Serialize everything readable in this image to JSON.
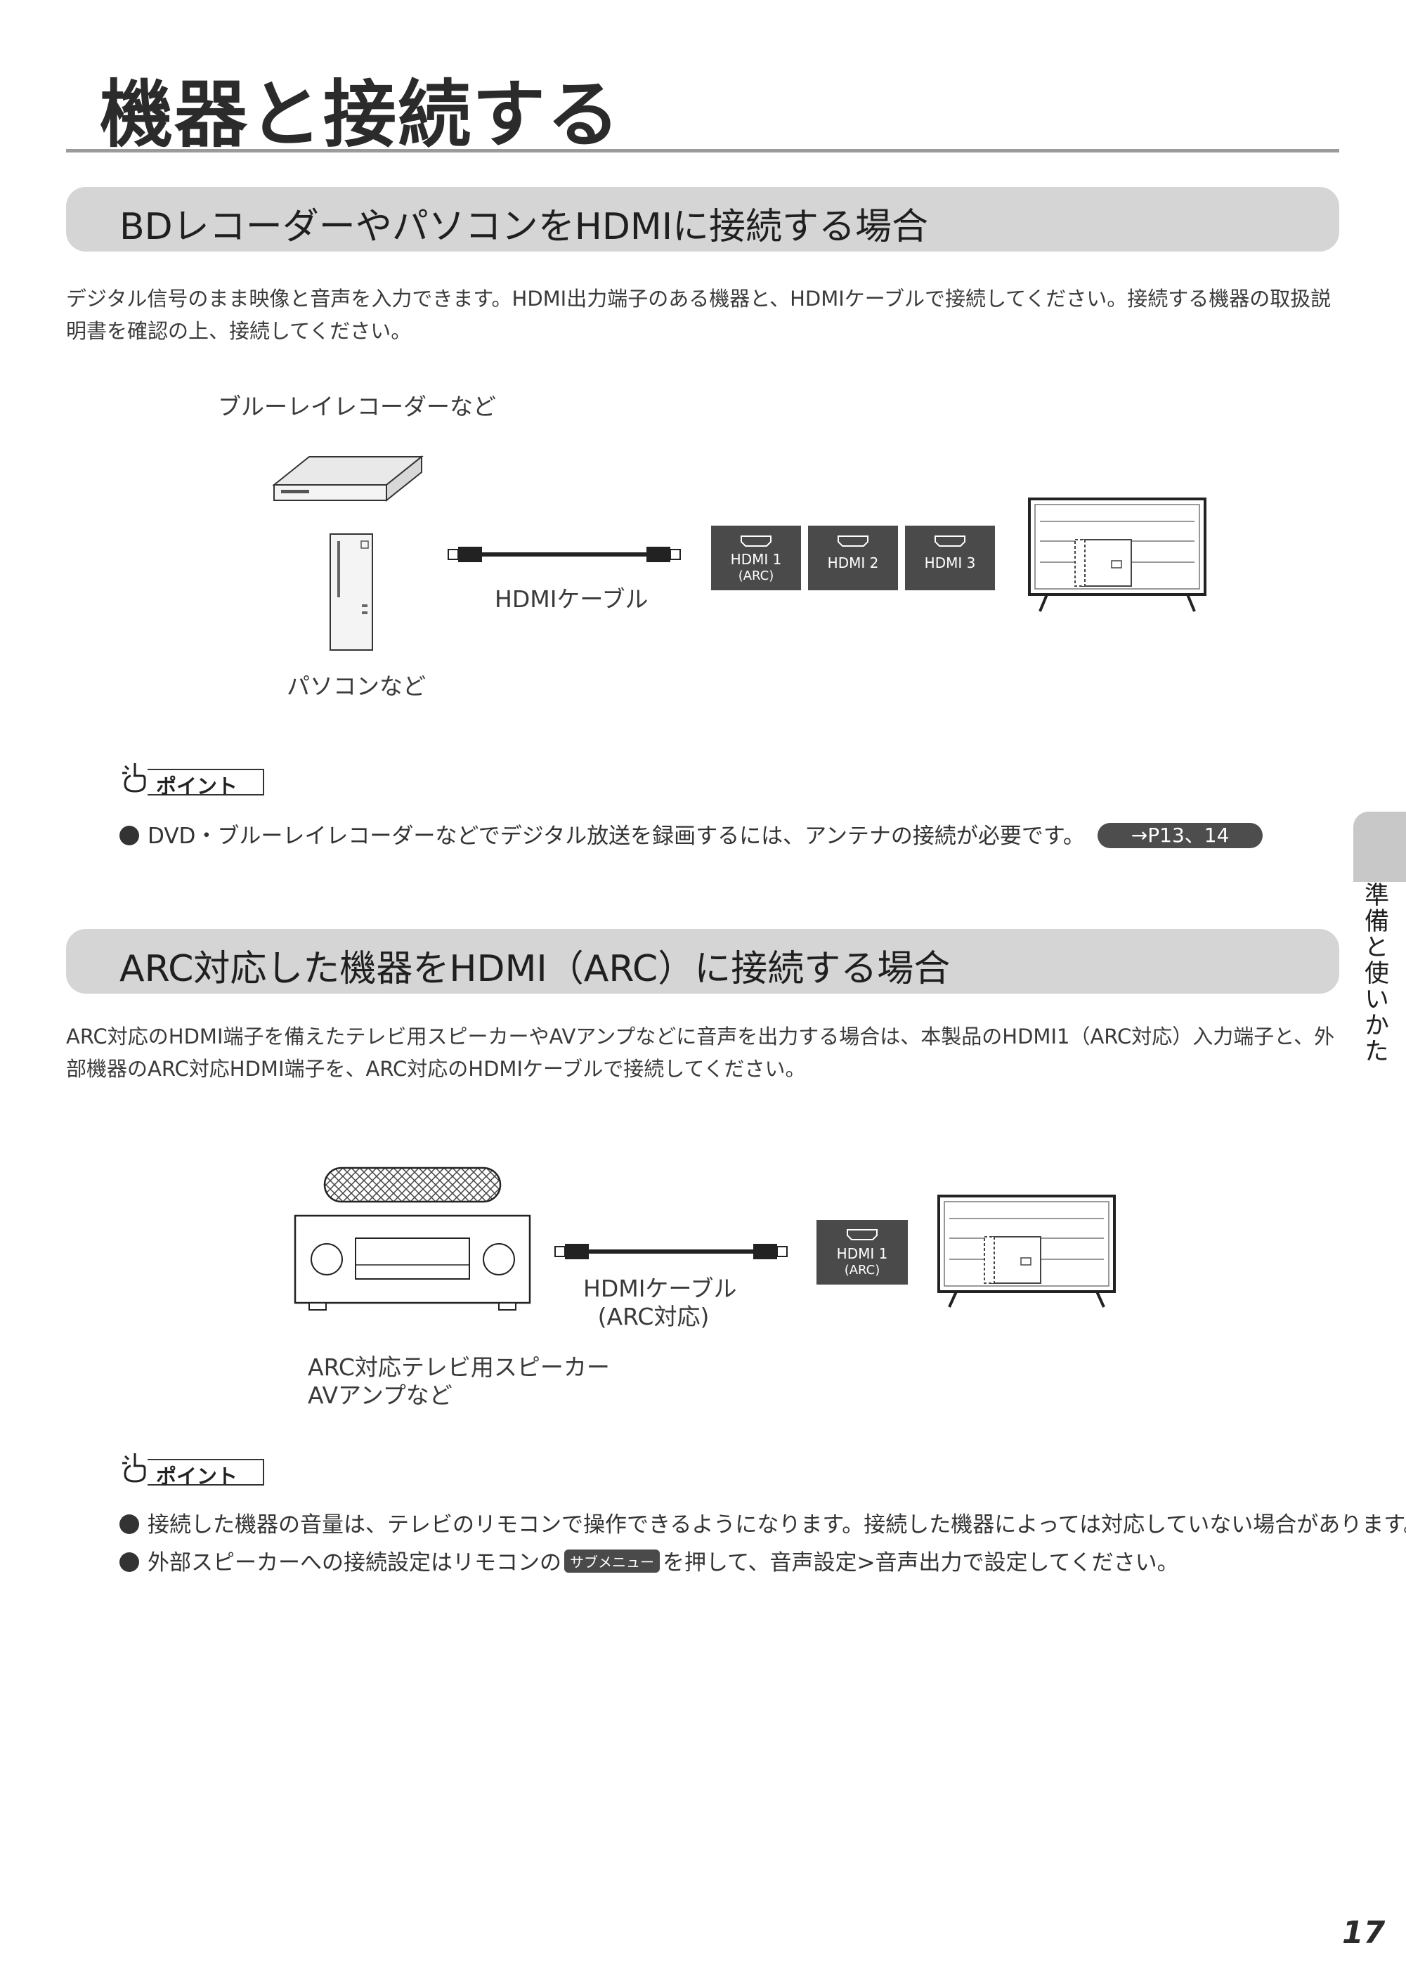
{
  "page": {
    "title": "機器と接続する",
    "side_tab": "準備と使いかた",
    "page_number": "17"
  },
  "section1": {
    "heading": "BDレコーダーやパソコンをHDMIに接続する場合",
    "description": "デジタル信号のまま映像と音声を入力できます。HDMI出力端子のある機器と、HDMIケーブルで接続してください。接続する機器の取扱説明書を確認の上、接続してください。",
    "diagram": {
      "bd_label": "ブルーレイレコーダーなど",
      "pc_label": "パソコンなど",
      "cable_label": "HDMIケーブル",
      "ports": [
        {
          "name": "HDMI 1",
          "sub": "(ARC)"
        },
        {
          "name": "HDMI 2",
          "sub": ""
        },
        {
          "name": "HDMI 3",
          "sub": ""
        }
      ]
    },
    "point": {
      "label": "ポイント",
      "bullets": [
        {
          "text": "DVD・ブルーレイレコーダーなどでデジタル放送を録画するには、アンテナの接続が必要です。",
          "ref": "→P13、14"
        }
      ]
    }
  },
  "section2": {
    "heading": "ARC対応した機器をHDMI（ARC）に接続する場合",
    "description": "ARC対応のHDMI端子を備えたテレビ用スピーカーやAVアンプなどに音声を出力する場合は、本製品のHDMI1（ARC対応）入力端子と、外部機器のARC対応HDMI端子を、ARC対応のHDMIケーブルで接続してください。",
    "diagram": {
      "device_label_line1": "ARC対応テレビ用スピーカー",
      "device_label_line2": "AVアンプなど",
      "cable_label_line1": "HDMIケーブル",
      "cable_label_line2": "(ARC対応)",
      "port": {
        "name": "HDMI 1",
        "sub": "(ARC)"
      }
    },
    "point": {
      "label": "ポイント",
      "bullets": [
        {
          "text": "接続した機器の音量は、テレビのリモコンで操作できるようになります。接続した機器によっては対応していない場合があります。"
        },
        {
          "text_before": "外部スピーカーへの接続設定はリモコンの",
          "key": "サブメニュー",
          "text_after": "を押して、音声設定>音声出力で設定してください。"
        }
      ]
    }
  }
}
